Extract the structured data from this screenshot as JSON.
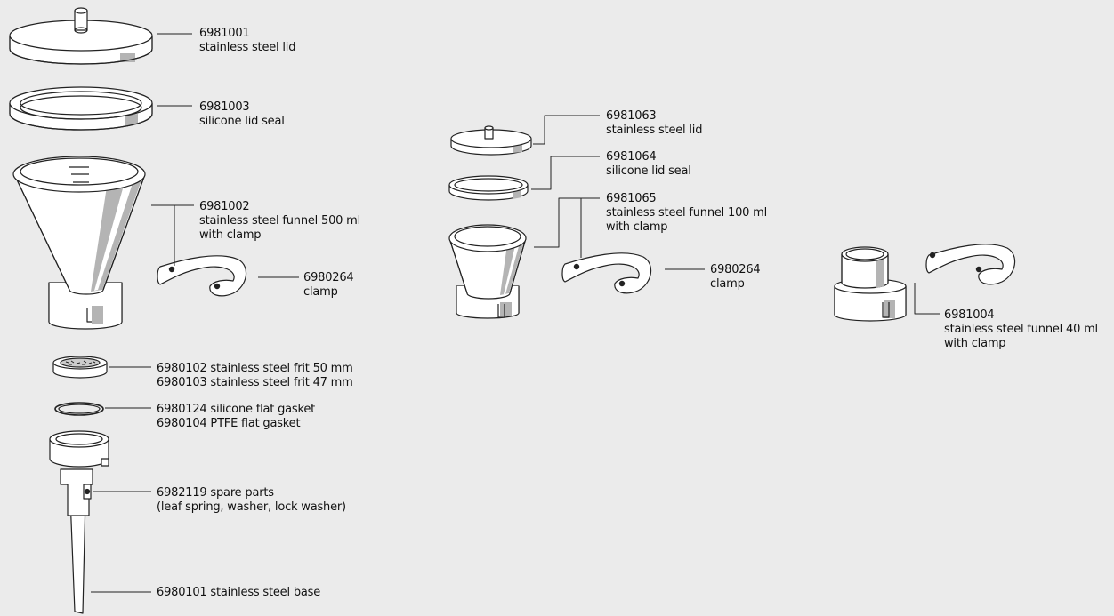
{
  "parts": {
    "lid_500": {
      "number": "6981001",
      "desc": "stainless steel lid"
    },
    "seal_500": {
      "number": "6981003",
      "desc": "silicone lid seal"
    },
    "funnel_500": {
      "number": "6981002",
      "desc": "stainless steel funnel 500 ml",
      "desc2": "with clamp"
    },
    "clamp_500": {
      "number": "6980264",
      "desc": "clamp"
    },
    "frit": {
      "line1": "6980102 stainless steel frit 50 mm",
      "line2": "6980103 stainless steel frit 47 mm"
    },
    "gasket": {
      "line1": "6980124 silicone flat gasket",
      "line2": "6980104 PTFE flat gasket"
    },
    "spare": {
      "line1": "6982119 spare parts",
      "line2": "(leaf spring, washer, lock washer)"
    },
    "base": {
      "line1": "6980101 stainless steel base"
    },
    "lid_100": {
      "number": "6981063",
      "desc": "stainless steel lid"
    },
    "seal_100": {
      "number": "6981064",
      "desc": "silicone lid seal"
    },
    "funnel_100": {
      "number": "6981065",
      "desc": "stainless steel funnel 100 ml",
      "desc2": "with clamp"
    },
    "clamp_100": {
      "number": "6980264",
      "desc": "clamp"
    },
    "funnel_40": {
      "number": "6981004",
      "desc": "stainless steel funnel 40 ml",
      "desc2": "with clamp"
    }
  },
  "colors": {
    "background": "#ebebeb",
    "stroke": "#222222",
    "fill": "#ffffff",
    "shade": "#b4b4b4"
  }
}
